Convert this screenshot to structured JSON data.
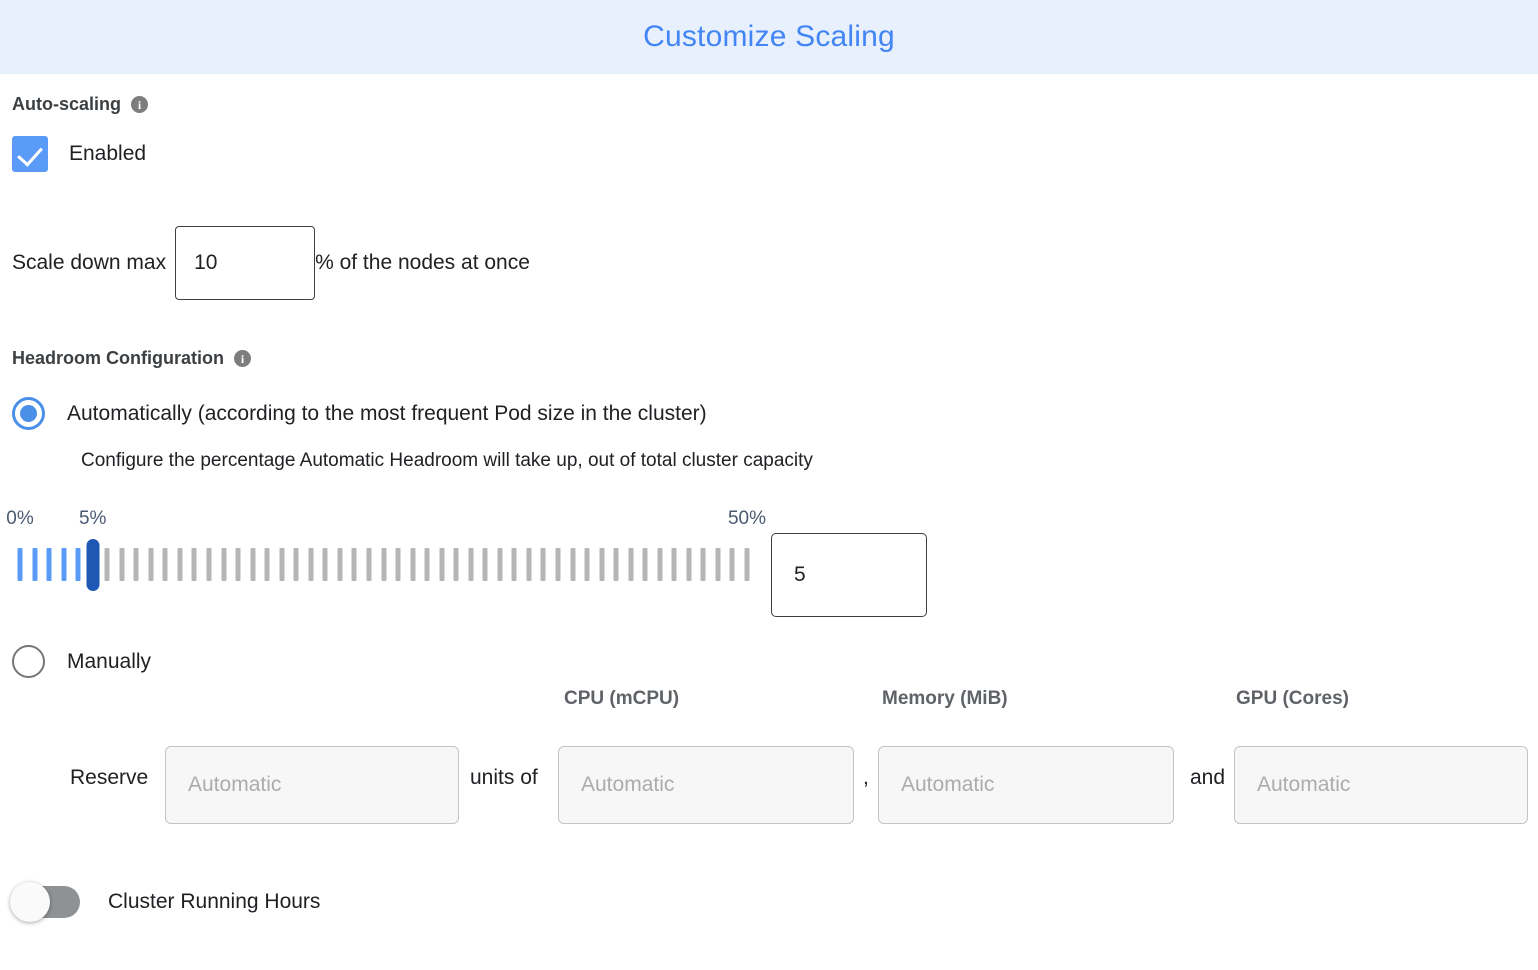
{
  "header": {
    "title": "Customize Scaling",
    "title_color": "#4285f4",
    "background_color": "#e8f0fe"
  },
  "autoscaling": {
    "section_label": "Auto-scaling",
    "info_glyph": "i",
    "checkbox_label": "Enabled",
    "checkbox_checked": true,
    "checkbox_color": "#5b9bf8",
    "scale_down": {
      "prefix": "Scale down max",
      "value": "10",
      "suffix": "% of the nodes at once"
    }
  },
  "headroom": {
    "section_label": "Headroom Configuration",
    "info_glyph": "i",
    "option_automatic": {
      "label": "Automatically (according to the most frequent Pod size in the cluster)",
      "selected": true,
      "description": "Configure the percentage Automatic Headroom will take up, out of total cluster capacity"
    },
    "slider": {
      "min_label": "0%",
      "current_label": "5%",
      "max_label": "50%",
      "min": 0,
      "max": 50,
      "value": 5,
      "value_box": "5",
      "filled_color": "#5b9bf8",
      "empty_color": "#b5b5b5",
      "thumb_color": "#1f57b5"
    },
    "option_manual": {
      "label": "Manually",
      "selected": false,
      "reserve_label": "Reserve",
      "units_of_label": "units of",
      "comma_label": ",",
      "and_label": "and",
      "columns": [
        {
          "header": "CPU (mCPU)"
        },
        {
          "header": "Memory (MiB)"
        },
        {
          "header": "GPU (Cores)"
        }
      ],
      "fields": [
        {
          "name": "units",
          "placeholder": "Automatic",
          "value": ""
        },
        {
          "name": "cpu",
          "placeholder": "Automatic",
          "value": ""
        },
        {
          "name": "memory",
          "placeholder": "Automatic",
          "value": ""
        },
        {
          "name": "gpu",
          "placeholder": "Automatic",
          "value": ""
        }
      ]
    }
  },
  "cluster_running_hours": {
    "label": "Cluster Running Hours",
    "enabled": false
  }
}
